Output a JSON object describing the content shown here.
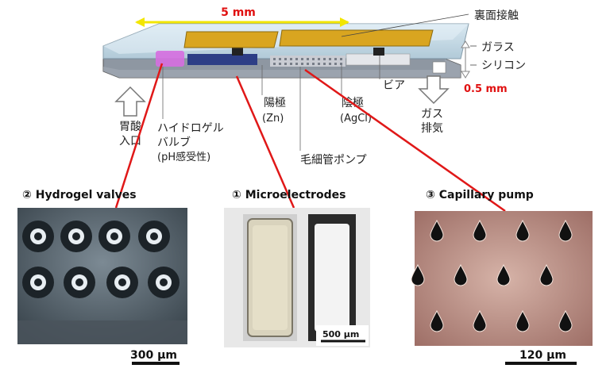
{
  "top_dimension": "5 mm",
  "thickness_dimension": "0.5 mm",
  "layer_labels": {
    "back_contact": "裏面接触",
    "glass": "ガラス",
    "silicon": "シリコン"
  },
  "component_labels": {
    "anode": "陽極",
    "anode_material": "(Zn)",
    "cathode": "陰極",
    "cathode_material": "(AgCl)",
    "via": "ビア",
    "capillary_pump": "毛細管ポンプ",
    "hydrogel_valve_line1": "ハイドロゲル",
    "hydrogel_valve_line2": "バルブ",
    "hydrogel_valve_line3": "(pH感受性)"
  },
  "flow_labels": {
    "inlet_line1": "胃酸",
    "inlet_line2": "入口",
    "outlet_line1": "ガス",
    "outlet_line2": "排気"
  },
  "panels": [
    {
      "title": "② Hydrogel valves",
      "scale": "300 µm"
    },
    {
      "title": "① Microelectrodes",
      "scale": "500 µm"
    },
    {
      "title": "③ Capillary pump",
      "scale": "120 µm"
    }
  ],
  "colors": {
    "gold": "#d9a520",
    "dimension_red": "#e01010",
    "dimension_yellow": "#f2e600",
    "callout_red": "#e01818",
    "glass": "#b9d3e2",
    "silicon": "#8e97a2",
    "hydrogel": "#d66ee0",
    "anode_blue": "#2d3e86"
  }
}
